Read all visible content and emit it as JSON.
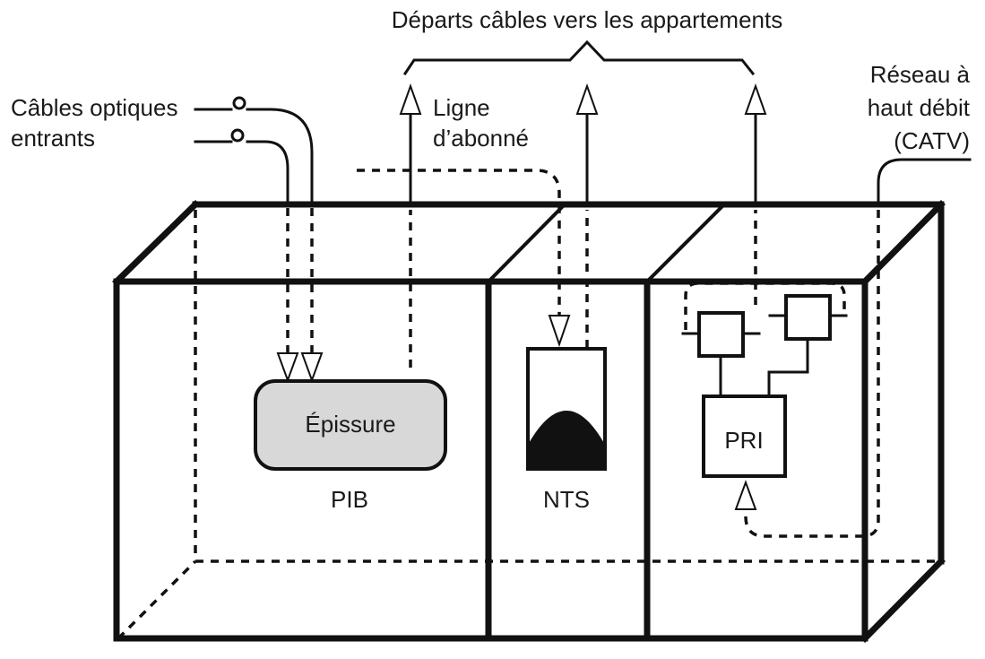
{
  "labels": {
    "title": "Départs câbles vers les appartements",
    "incoming_cables_line1": "Câbles optiques",
    "incoming_cables_line2": "entrants",
    "subscriber_line_line1": "Ligne",
    "subscriber_line_line2": "d’abonné",
    "broadband_line1": "Réseau à",
    "broadband_line2": "haut débit",
    "broadband_line3": "(CATV)",
    "splice": "Épissure",
    "pib": "PIB",
    "nts": "NTS",
    "pri": "PRI"
  },
  "colors": {
    "line": "#111111",
    "splice_fill": "#d8d8d8",
    "background": "#ffffff"
  }
}
